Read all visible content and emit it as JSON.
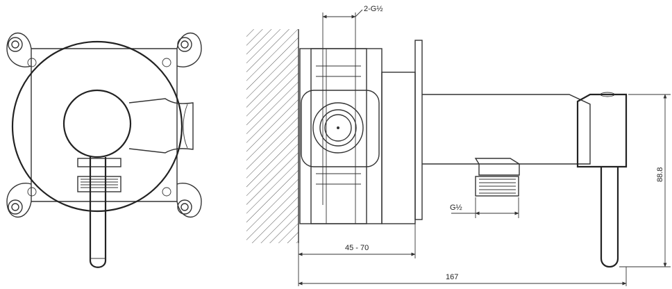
{
  "dimensions": {
    "inlet_thread": "2-G½",
    "wall_depth": "45 - 70",
    "outlet_thread": "G½",
    "total_length": "167",
    "height": "88.8"
  }
}
